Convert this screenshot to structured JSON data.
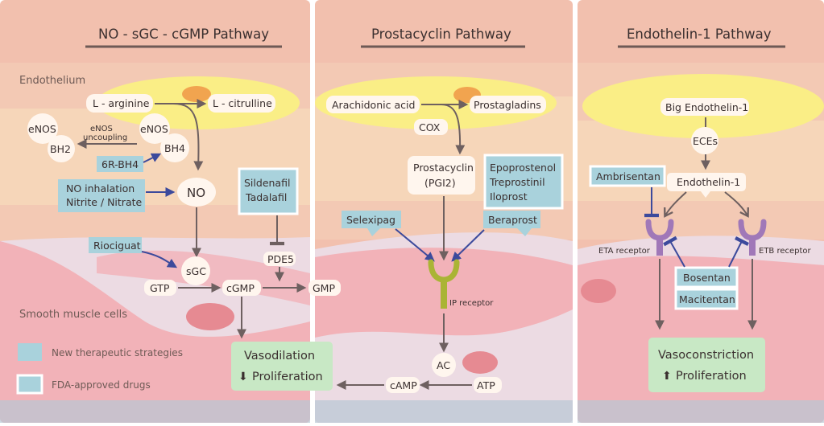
{
  "titles": {
    "no": "NO - sGC - cGMP Pathway",
    "prostacyclin": "Prostacyclin Pathway",
    "endothelin": "Endothelin-1 Pathway"
  },
  "regions": {
    "endothelium": "Endothelium",
    "smooth_muscle": "Smooth muscle cells"
  },
  "no_pathway": {
    "l_arginine": "L - arginine",
    "l_citrulline": "L - citrulline",
    "enos_left": "eNOS",
    "enos_right": "eNOS",
    "bh2": "BH2",
    "bh4": "BH4",
    "uncoupling_1": "eNOS",
    "uncoupling_2": "uncoupling",
    "r_bh4": "6R-BH4",
    "no": "NO",
    "no_inhalation_1": "NO inhalation",
    "no_inhalation_2": "Nitrite / Nitrate",
    "sildenafil_1": "Sildenafil",
    "sildenafil_2": "Tadalafil",
    "riociguat": "Riociguat",
    "sgc": "sGC",
    "gtp": "GTP",
    "cgmp": "cGMP",
    "pde5": "PDE5",
    "gmp": "GMP"
  },
  "prostacyclin_pathway": {
    "arachidonic": "Arachidonic acid",
    "prostagladins": "Prostagladins",
    "cox": "COX",
    "prostacyclin_1": "Prostacyclin",
    "prostacyclin_2": "(PGI2)",
    "epo_1": "Epoprostenol",
    "epo_2": "Treprostinil",
    "epo_3": "Iloprost",
    "selexipag": "Selexipag",
    "beraprost": "Beraprost",
    "ip_receptor": "IP receptor",
    "ac": "AC",
    "camp": "cAMP",
    "atp": "ATP"
  },
  "endothelin_pathway": {
    "big_et1": "Big Endothelin-1",
    "eces": "ECEs",
    "ambrisentan": "Ambrisentan",
    "et1": "Endothelin-1",
    "eta_receptor": "ETA receptor",
    "etb_receptor": "ETB receptor",
    "bosentan": "Bosentan",
    "macitentan": "Macitentan"
  },
  "outcomes": {
    "vasodilation_1": "Vasodilation",
    "vasodilation_2": "Proliferation",
    "vasoconstriction_1": "Vasoconstriction",
    "vasoconstriction_2": "Proliferation",
    "down_arrow": "⬇",
    "up_arrow": "⬆"
  },
  "legend": {
    "new": "New therapeutic strategies",
    "fda": "FDA-approved drugs"
  },
  "colors": {
    "panel_bg": "#f2c0ae",
    "endothelium_band": "#f6dcba",
    "nucleus": "#faee86",
    "smooth_muscle": "#f2b2b8",
    "drug_box": "#a9d2dc",
    "outcome_box": "#c8e8c5",
    "arrow_gray": "#6e6060",
    "arrow_blue": "#3c4a9c",
    "receptor_purple": "#a078b8",
    "receptor_olive": "#aab435"
  }
}
